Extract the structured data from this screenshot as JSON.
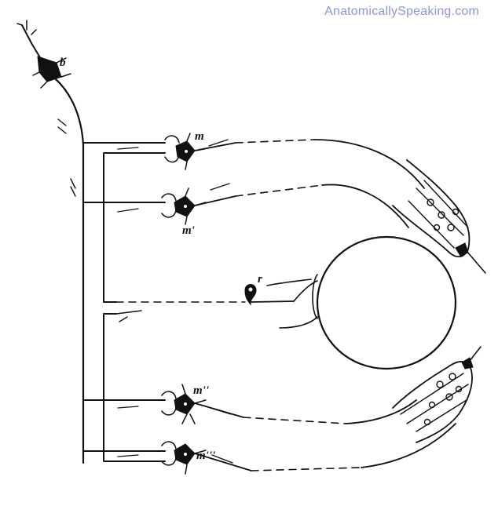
{
  "watermark": "AnatomicallySpeaking.com",
  "labels": {
    "b": "b",
    "m": "m",
    "m1": "m'",
    "r": "r",
    "m2": "m''",
    "m3": "m'''"
  },
  "colors": {
    "ink": "#111111",
    "watermark": "#8e95d6",
    "background": "#ffffff"
  }
}
